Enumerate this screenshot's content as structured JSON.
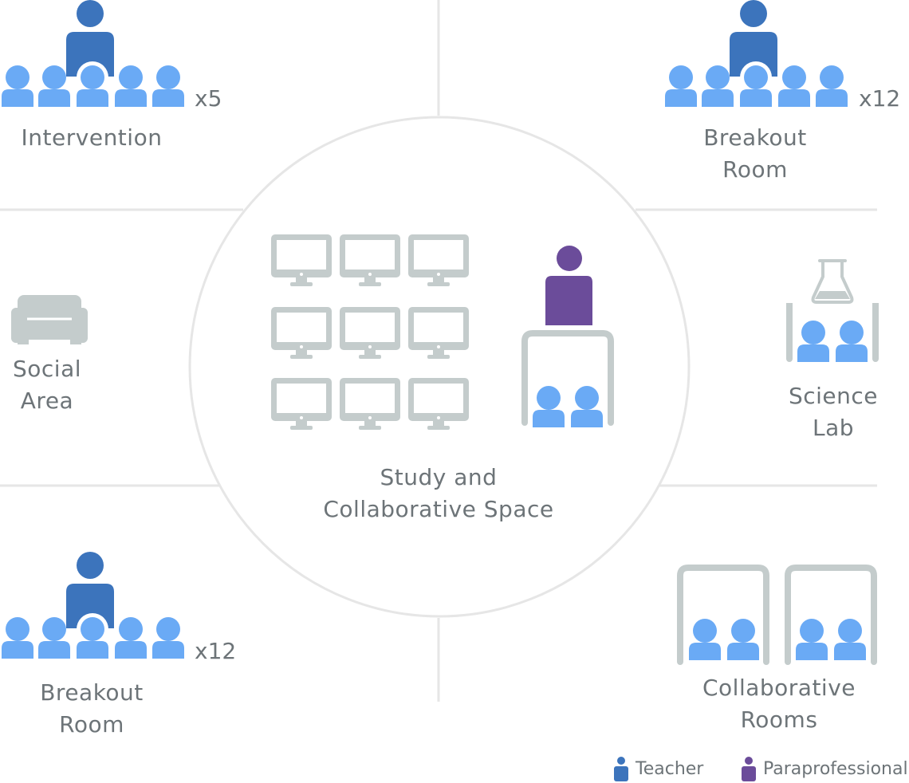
{
  "zones": {
    "intervention": {
      "label": "Intervention",
      "multiplier": "x5"
    },
    "breakout_top": {
      "label_line1": "Breakout",
      "label_line2": "Room",
      "multiplier": "x12"
    },
    "social": {
      "label_line1": "Social",
      "label_line2": "Area"
    },
    "science": {
      "label_line1": "Science",
      "label_line2": "Lab"
    },
    "center": {
      "label_line1": "Study and",
      "label_line2": "Collaborative Space"
    },
    "breakout_bottom": {
      "label_line1": "Breakout",
      "label_line2": "Room",
      "multiplier": "x12"
    },
    "collab": {
      "label_line1": "Collaborative",
      "label_line2": "Rooms"
    }
  },
  "legend": {
    "teacher": "Teacher",
    "paraprofessional": "Paraprofessional"
  },
  "colors": {
    "teacher": "#3c74bc",
    "paraprofessional": "#6b4c9a",
    "student": "#6aaaf5",
    "furniture": "#c4cccc",
    "divider": "#e6e6e6"
  },
  "icons": [
    "teacher-icon",
    "paraprofessional-icon",
    "student-icon",
    "computer-monitor-icon",
    "sofa-icon",
    "flask-icon",
    "room-frame-icon"
  ]
}
